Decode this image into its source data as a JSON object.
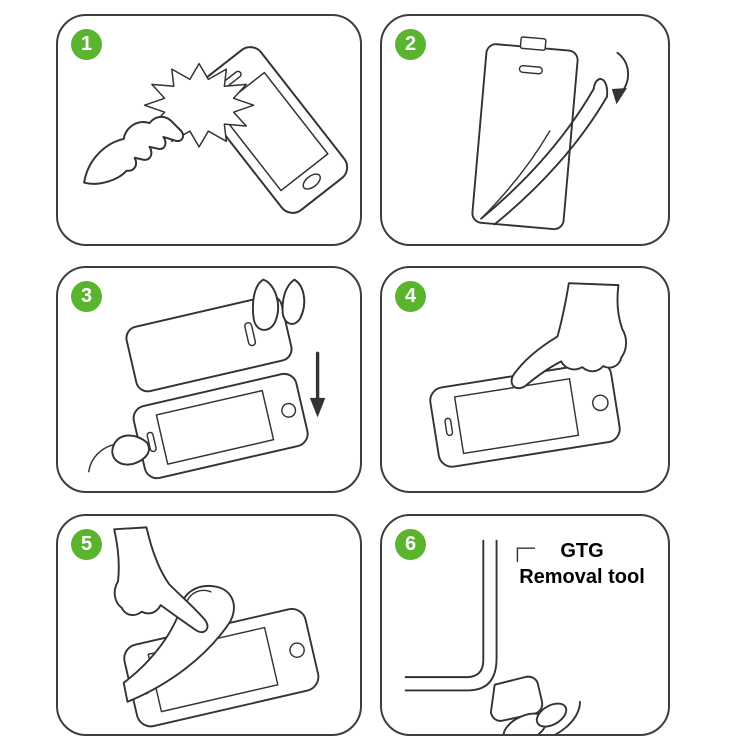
{
  "colors": {
    "accent_green": "#5ab42e",
    "line": "#333333",
    "background": "#ffffff"
  },
  "steps": [
    {
      "number": "1"
    },
    {
      "number": "2"
    },
    {
      "number": "3"
    },
    {
      "number": "4"
    },
    {
      "number": "5"
    },
    {
      "number": "6",
      "label_line1": "GTG",
      "label_line2": "Removal tool"
    }
  ]
}
